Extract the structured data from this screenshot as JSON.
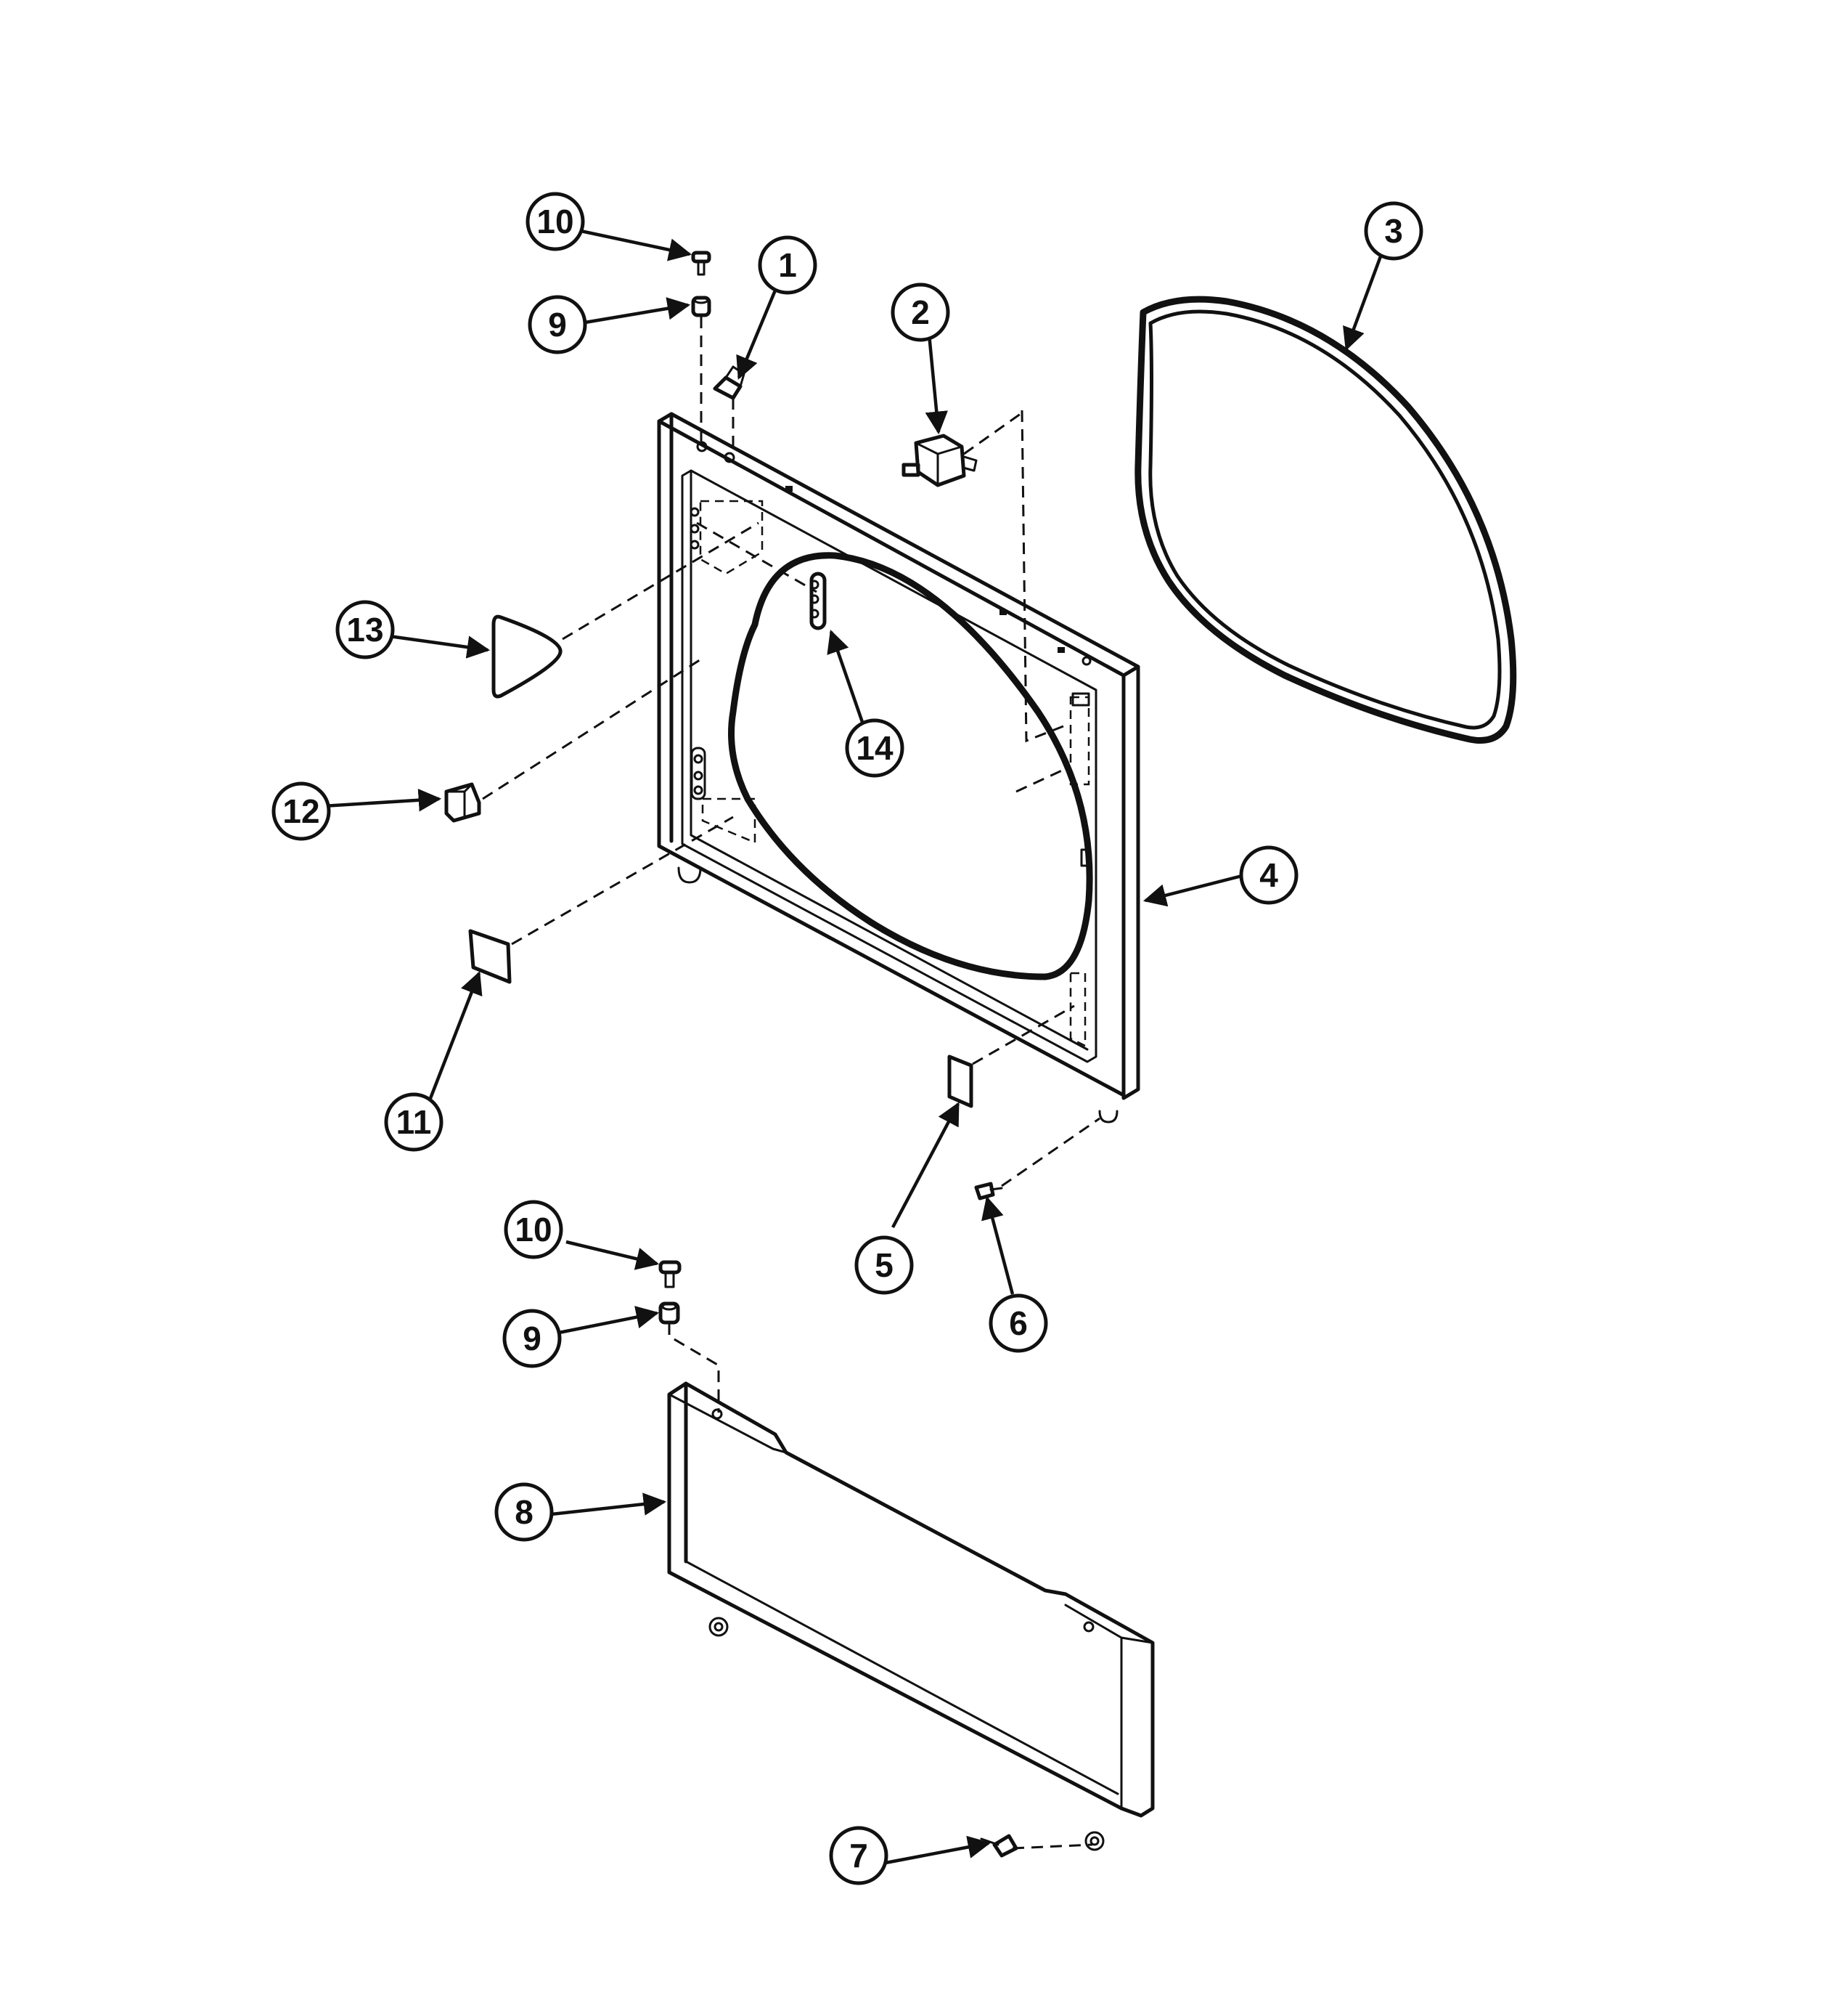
{
  "diagram": {
    "callouts": [
      {
        "id": "c10a",
        "label": "10"
      },
      {
        "id": "c9a",
        "label": "9"
      },
      {
        "id": "c1",
        "label": "1"
      },
      {
        "id": "c2",
        "label": "2"
      },
      {
        "id": "c3",
        "label": "3"
      },
      {
        "id": "c13",
        "label": "13"
      },
      {
        "id": "c14",
        "label": "14"
      },
      {
        "id": "c12",
        "label": "12"
      },
      {
        "id": "c4",
        "label": "4"
      },
      {
        "id": "c11",
        "label": "11"
      },
      {
        "id": "c5",
        "label": "5"
      },
      {
        "id": "c6",
        "label": "6"
      },
      {
        "id": "c10b",
        "label": "10"
      },
      {
        "id": "c9b",
        "label": "9"
      },
      {
        "id": "c8",
        "label": "8"
      },
      {
        "id": "c7",
        "label": "7"
      }
    ]
  }
}
